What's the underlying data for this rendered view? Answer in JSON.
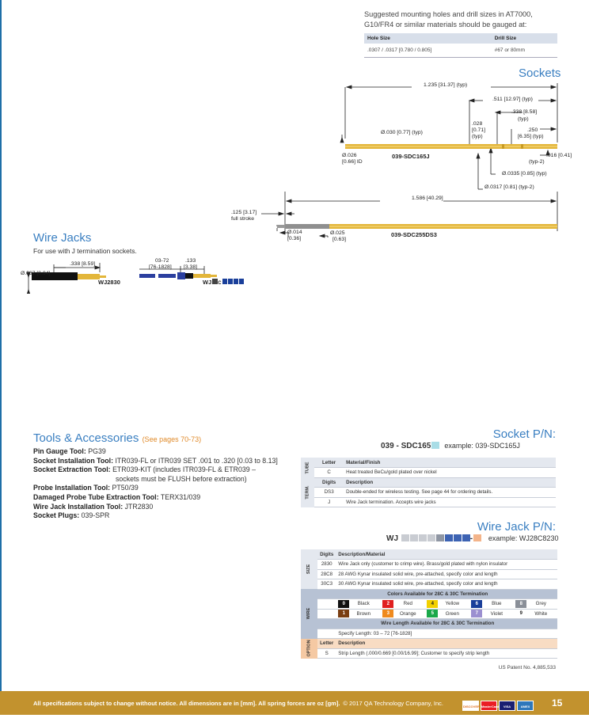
{
  "mounting": {
    "intro": "Suggested mounting holes and drill sizes in AT7000, G10/FR4 or similar materials should be gauged at:",
    "headers": [
      "Hole Size",
      "Drill Size"
    ],
    "row": [
      ".0307 / .0317 [0.780 / 0.805]",
      "#67 or 80mm"
    ]
  },
  "sockets": {
    "title": "Sockets",
    "d1": {
      "part": "039-SDC165J",
      "dims": {
        "len": "1.235 [31.37] (typ)",
        "d511": ".511 [12.97] (typ)",
        "d338": ".338 [8.58]",
        "typ": "(typ)",
        "d028": ".028",
        "d071": "[0.71]",
        "d250": ".250",
        "d635": "[6.35] (typ)",
        "od030": "Ø.030 [0.77] (typ)",
        "id026": "Ø.026",
        "id066": "[0.66] ID",
        "d016": ".016 [0.41]",
        "typ2": "(typ-2)",
        "od0335": "Ø.0335 [0.85] (typ)",
        "od0317": "Ø.0317 [0.81] (typ-2)"
      }
    },
    "d2": {
      "part": "039-SDC255DS3",
      "dims": {
        "len": "1.586 [40.29]",
        "stroke1": ".125 [3.17]",
        "stroke2": "full stroke",
        "od014": "Ø.014",
        "od014mm": "[0.36]",
        "od025": "Ø.025",
        "od025mm": "[0.63]"
      }
    }
  },
  "wirejacks": {
    "title": "Wire Jacks",
    "desc": "For use with J termination sockets.",
    "dims": {
      "d338": ".338 [8.59]",
      "od037": "Ø.037 [0.94]",
      "len1": "03-72",
      "len2": "[76-1828]",
      "d133": ".133",
      "d338mm": "[3.38]"
    },
    "part": "WJ2830",
    "pn_prefix": "WJ",
    "pn_c": "C"
  },
  "tools": {
    "title": "Tools & Accessories",
    "see": "(See pages 70-73)",
    "rows": [
      {
        "label": "Pin Gauge Tool:",
        "value": "PG39"
      },
      {
        "label": "Socket Installation Tool:",
        "value": "ITR039-FL or ITR039 SET .001 to .320 [0.03 to 8.13]"
      },
      {
        "label": "Socket Extraction Tool:",
        "value": "ETR039-KIT (includes ITR039-FL & ETR039 –"
      },
      {
        "label": "",
        "value": "sockets must be FLUSH before extraction)"
      },
      {
        "label": "Probe Installation Tool:",
        "value": "PT50/39"
      },
      {
        "label": "Damaged Probe Tube Extraction Tool:",
        "value": "TERX31/039"
      },
      {
        "label": "Wire Jack Installation Tool:",
        "value": "JTR2830"
      },
      {
        "label": "Socket Plugs:",
        "value": "039-SPR"
      }
    ]
  },
  "socket_pn": {
    "title": "Socket P/N:",
    "prefix": "039 - SDC165",
    "example": "example: 039-SDC165J",
    "tube": {
      "side": "TUBE",
      "headers": [
        "Letter",
        "Material/Finish"
      ],
      "row": [
        "C",
        "Heat treated BeCu/gold plated over nickel"
      ]
    },
    "term": {
      "side": "TERM.",
      "headers": [
        "Digits",
        "Description"
      ],
      "rows": [
        [
          "DS3",
          "Double-ended for wireless testing. See page 44 for ordering details."
        ],
        [
          "J",
          "Wire Jack termination. Accepts wire jacks"
        ]
      ]
    }
  },
  "wirejack_pn": {
    "title": "Wire Jack P/N:",
    "prefix": "WJ",
    "dash": "-",
    "example": "example: WJ28C8230",
    "size": {
      "side": "SIZE",
      "headers": [
        "Digits",
        "Description/Material"
      ],
      "rows": [
        [
          "2830",
          "Wire Jack only (customer to crimp wire). Brass/gold plated with nylon insulator"
        ],
        [
          "28C8",
          "28 AWG Kynar insulated solid wire, pre-attached, specify color and length"
        ],
        [
          "30C3",
          "30 AWG Kynar insulated solid wire, pre-attached, specify color and length"
        ]
      ]
    },
    "wire": {
      "side": "WIRE",
      "colors_title": "Colors Available for 28C & 30C Termination",
      "colors": [
        [
          {
            "code": "0",
            "name": "Black",
            "color": "#111111"
          },
          {
            "code": "2",
            "name": "Red",
            "color": "#e02020"
          },
          {
            "code": "4",
            "name": "Yellow",
            "color": "#f2d000"
          },
          {
            "code": "6",
            "name": "Blue",
            "color": "#1a3f9a"
          },
          {
            "code": "8",
            "name": "Grey",
            "color": "#8a8f98"
          }
        ],
        [
          {
            "code": "1",
            "name": "Brown",
            "color": "#7a3e12"
          },
          {
            "code": "3",
            "name": "Orange",
            "color": "#ef8a1e"
          },
          {
            "code": "5",
            "name": "Green",
            "color": "#1aa84a"
          },
          {
            "code": "7",
            "name": "Violet",
            "color": "#9b8fd0"
          },
          {
            "code": "9",
            "name": "White",
            "color": "#ffffff"
          }
        ]
      ],
      "length_title": "Wire Length Available for 28C & 30C Termination",
      "length": "Specify Length: 03 – 72 [76-1828]"
    },
    "option": {
      "side": "OPTION",
      "headers": [
        "Letter",
        "Description"
      ],
      "row": [
        "S",
        "Strip Length (.000/0.669 [0.00/16.99]; Customer to specify strip length"
      ]
    }
  },
  "patent": "US Patent No. 4,885,533",
  "footer": {
    "text": "All specifications subject to change without notice. All dimensions are in [mm]. All spring forces are oz [gm].",
    "copyright": "© 2017 QA Technology Company, Inc.",
    "cards": [
      "DISCOVER",
      "MasterCard",
      "VISA",
      "AMEX"
    ],
    "page": "15"
  },
  "colors": {
    "accent": "#3a7fc1",
    "footer": "#c2922e",
    "gold": "#e3b63a",
    "orange_accent": "#e08a2a"
  }
}
